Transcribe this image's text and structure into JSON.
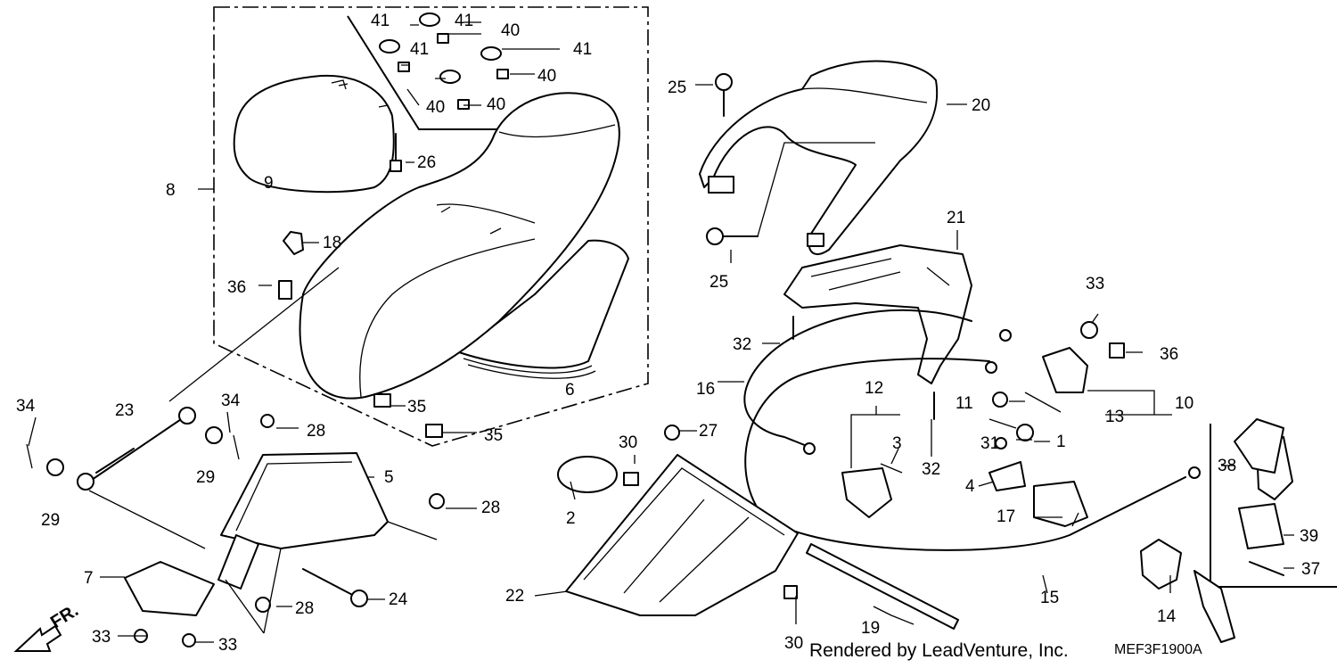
{
  "footer": {
    "rendered_by": "Rendered by LeadVenture, Inc.",
    "diagram_code": "MEF3F1900A"
  },
  "direction_marker": {
    "label": "FR.",
    "icon": "front-arrow-icon"
  },
  "callouts": [
    {
      "id": "c-1",
      "text": "1"
    },
    {
      "id": "c-2",
      "text": "2"
    },
    {
      "id": "c-3",
      "text": "3"
    },
    {
      "id": "c-4",
      "text": "4"
    },
    {
      "id": "c-5",
      "text": "5"
    },
    {
      "id": "c-6",
      "text": "6"
    },
    {
      "id": "c-7",
      "text": "7"
    },
    {
      "id": "c-8",
      "text": "8"
    },
    {
      "id": "c-9",
      "text": "9"
    },
    {
      "id": "c-10",
      "text": "10"
    },
    {
      "id": "c-11",
      "text": "11"
    },
    {
      "id": "c-12",
      "text": "12"
    },
    {
      "id": "c-13",
      "text": "13"
    },
    {
      "id": "c-14",
      "text": "14"
    },
    {
      "id": "c-15",
      "text": "15"
    },
    {
      "id": "c-16",
      "text": "16"
    },
    {
      "id": "c-17",
      "text": "17"
    },
    {
      "id": "c-18",
      "text": "18"
    },
    {
      "id": "c-19",
      "text": "19"
    },
    {
      "id": "c-20",
      "text": "20"
    },
    {
      "id": "c-21",
      "text": "21"
    },
    {
      "id": "c-22",
      "text": "22"
    },
    {
      "id": "c-23",
      "text": "23"
    },
    {
      "id": "c-24",
      "text": "24"
    },
    {
      "id": "c-25a",
      "text": "25"
    },
    {
      "id": "c-25b",
      "text": "25"
    },
    {
      "id": "c-26",
      "text": "26"
    },
    {
      "id": "c-27",
      "text": "27"
    },
    {
      "id": "c-28a",
      "text": "28"
    },
    {
      "id": "c-28b",
      "text": "28"
    },
    {
      "id": "c-28c",
      "text": "28"
    },
    {
      "id": "c-29a",
      "text": "29"
    },
    {
      "id": "c-29b",
      "text": "29"
    },
    {
      "id": "c-30a",
      "text": "30"
    },
    {
      "id": "c-30b",
      "text": "30"
    },
    {
      "id": "c-31",
      "text": "31"
    },
    {
      "id": "c-32a",
      "text": "32"
    },
    {
      "id": "c-32b",
      "text": "32"
    },
    {
      "id": "c-33a",
      "text": "33"
    },
    {
      "id": "c-33b",
      "text": "33"
    },
    {
      "id": "c-33c",
      "text": "33"
    },
    {
      "id": "c-34a",
      "text": "34"
    },
    {
      "id": "c-34b",
      "text": "34"
    },
    {
      "id": "c-35a",
      "text": "35"
    },
    {
      "id": "c-35b",
      "text": "35"
    },
    {
      "id": "c-36a",
      "text": "36"
    },
    {
      "id": "c-36b",
      "text": "36"
    },
    {
      "id": "c-37",
      "text": "37"
    },
    {
      "id": "c-38",
      "text": "38"
    },
    {
      "id": "c-39",
      "text": "39"
    },
    {
      "id": "c-40a",
      "text": "40"
    },
    {
      "id": "c-40b",
      "text": "40"
    },
    {
      "id": "c-40c",
      "text": "40"
    },
    {
      "id": "c-40d",
      "text": "40"
    },
    {
      "id": "c-41a",
      "text": "41"
    },
    {
      "id": "c-41b",
      "text": "41"
    },
    {
      "id": "c-41c",
      "text": "41"
    },
    {
      "id": "c-41d",
      "text": "41"
    }
  ]
}
